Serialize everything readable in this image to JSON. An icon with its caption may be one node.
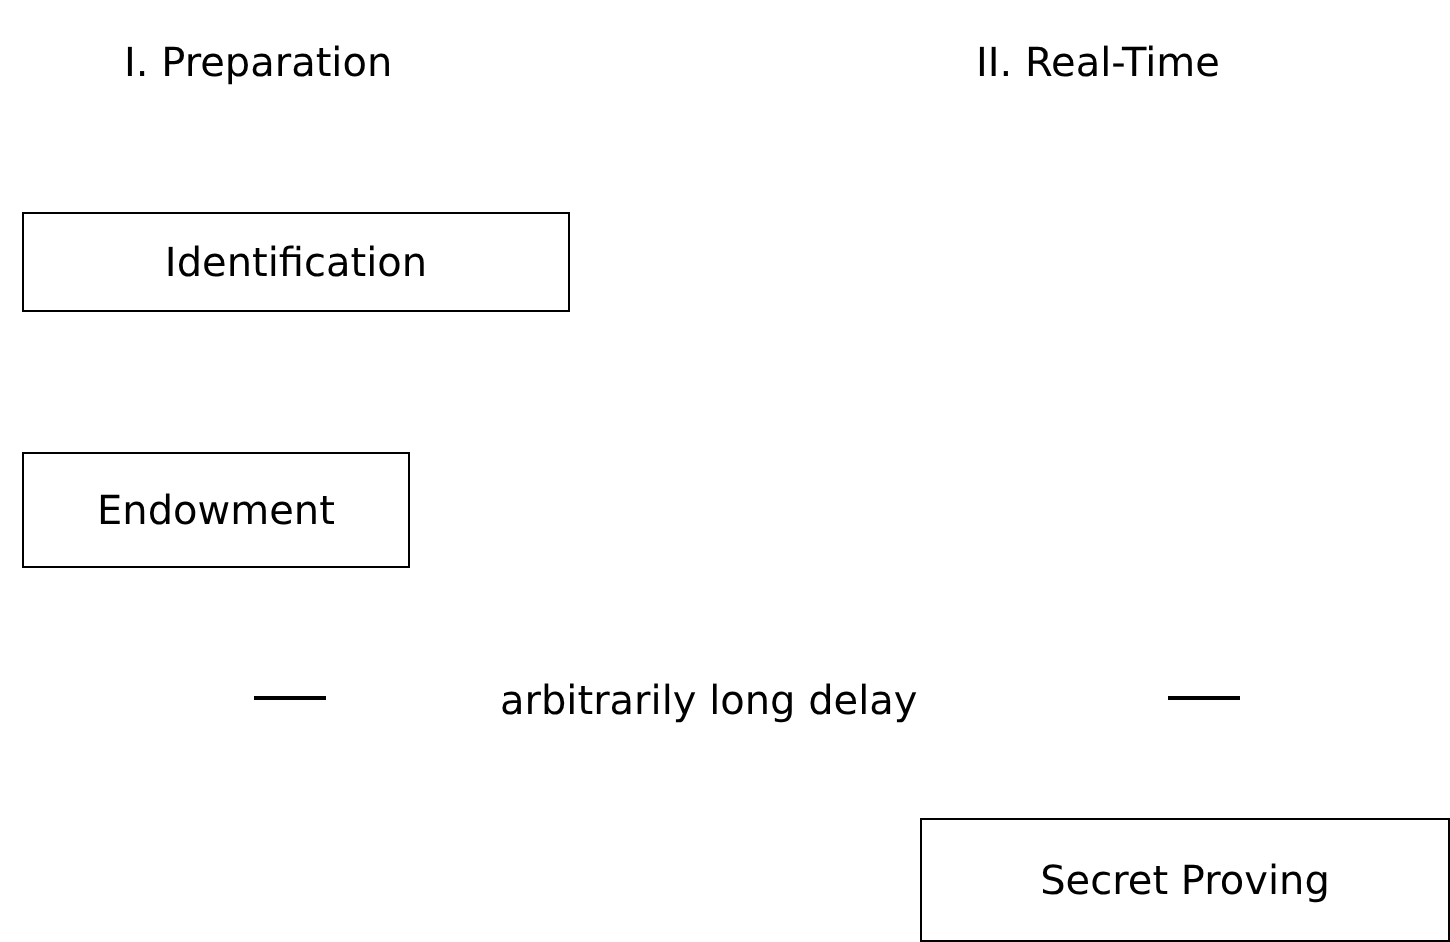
{
  "diagram": {
    "nodes": [
      {
        "text": [
          "Identification"
        ]
      },
      {
        "text": [
          "Endowment"
        ]
      },
      {
        "text": [
          "Secret Proving"
        ]
      }
    ],
    "labels": [
      "I. Preparation",
      "II. Real-Time",
      "arbitrarily long delay"
    ]
  }
}
